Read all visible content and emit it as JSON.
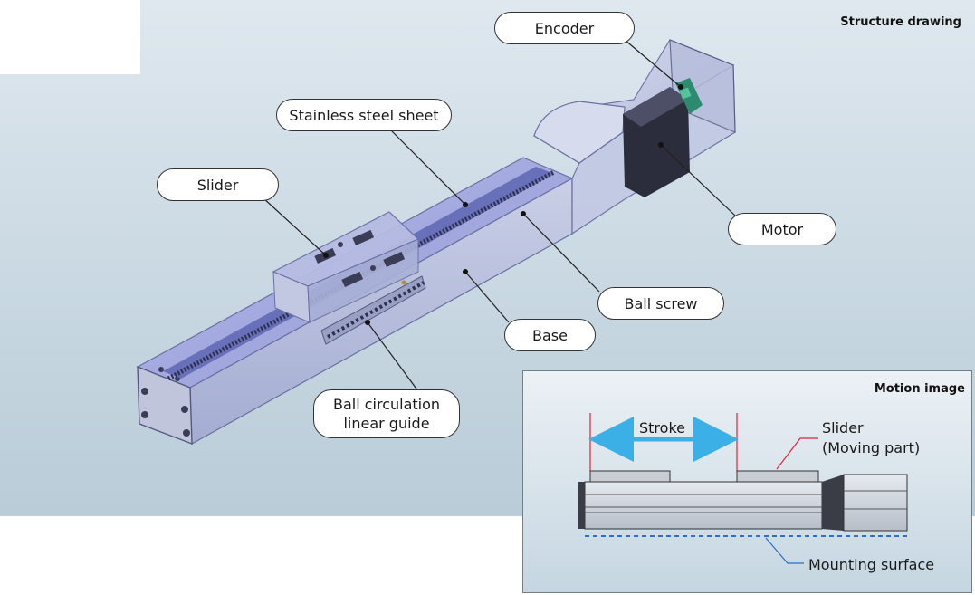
{
  "structure": {
    "heading": "Structure drawing",
    "callouts": {
      "encoder": "Encoder",
      "stainless_steel_sheet": "Stainless steel sheet",
      "slider": "Slider",
      "motor": "Motor",
      "ball_screw": "Ball screw",
      "base": "Base",
      "ball_circulation_linear_guide": "Ball circulation linear guide"
    }
  },
  "motion": {
    "heading": "Motion image",
    "stroke_label": "Stroke",
    "slider_label": "Slider",
    "moving_part_label": "(Moving part)",
    "mounting_surface_label": "Mounting surface"
  },
  "colors": {
    "panel_light": "#dfe8ef",
    "panel_dark": "#b9ccd8",
    "stroke_arrow": "#3bb0e6",
    "leader_red": "#e0243b",
    "mounting_line": "#2a6fc9"
  }
}
